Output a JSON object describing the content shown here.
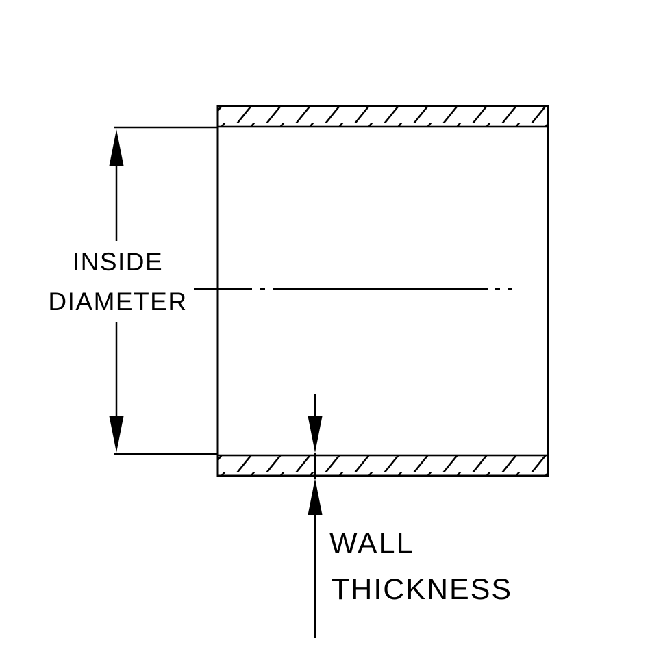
{
  "diagram": {
    "colors": {
      "line": "#000000",
      "background": "#ffffff"
    },
    "labels": {
      "inside_diameter": [
        "INSIDE",
        "DIAMETER"
      ],
      "wall_thickness": [
        "WALL",
        "THICKNESS"
      ]
    }
  }
}
